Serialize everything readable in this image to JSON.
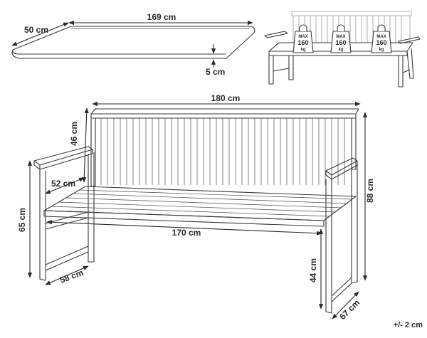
{
  "cushion": {
    "length": "169 cm",
    "depth": "50 cm",
    "thickness": "5 cm"
  },
  "weights": {
    "label_max": "MAX",
    "label_value": "160",
    "label_unit": "kg"
  },
  "bench": {
    "width": "180 cm",
    "backrest_height": "46 cm",
    "seat_depth": "52 cm",
    "height": "88 cm",
    "armrest_height": "65 cm",
    "seat_width": "170 cm",
    "leg_depth": "58 cm",
    "seat_height": "44 cm",
    "overall_depth": "67 cm"
  },
  "tolerance": "+/- 2 cm"
}
